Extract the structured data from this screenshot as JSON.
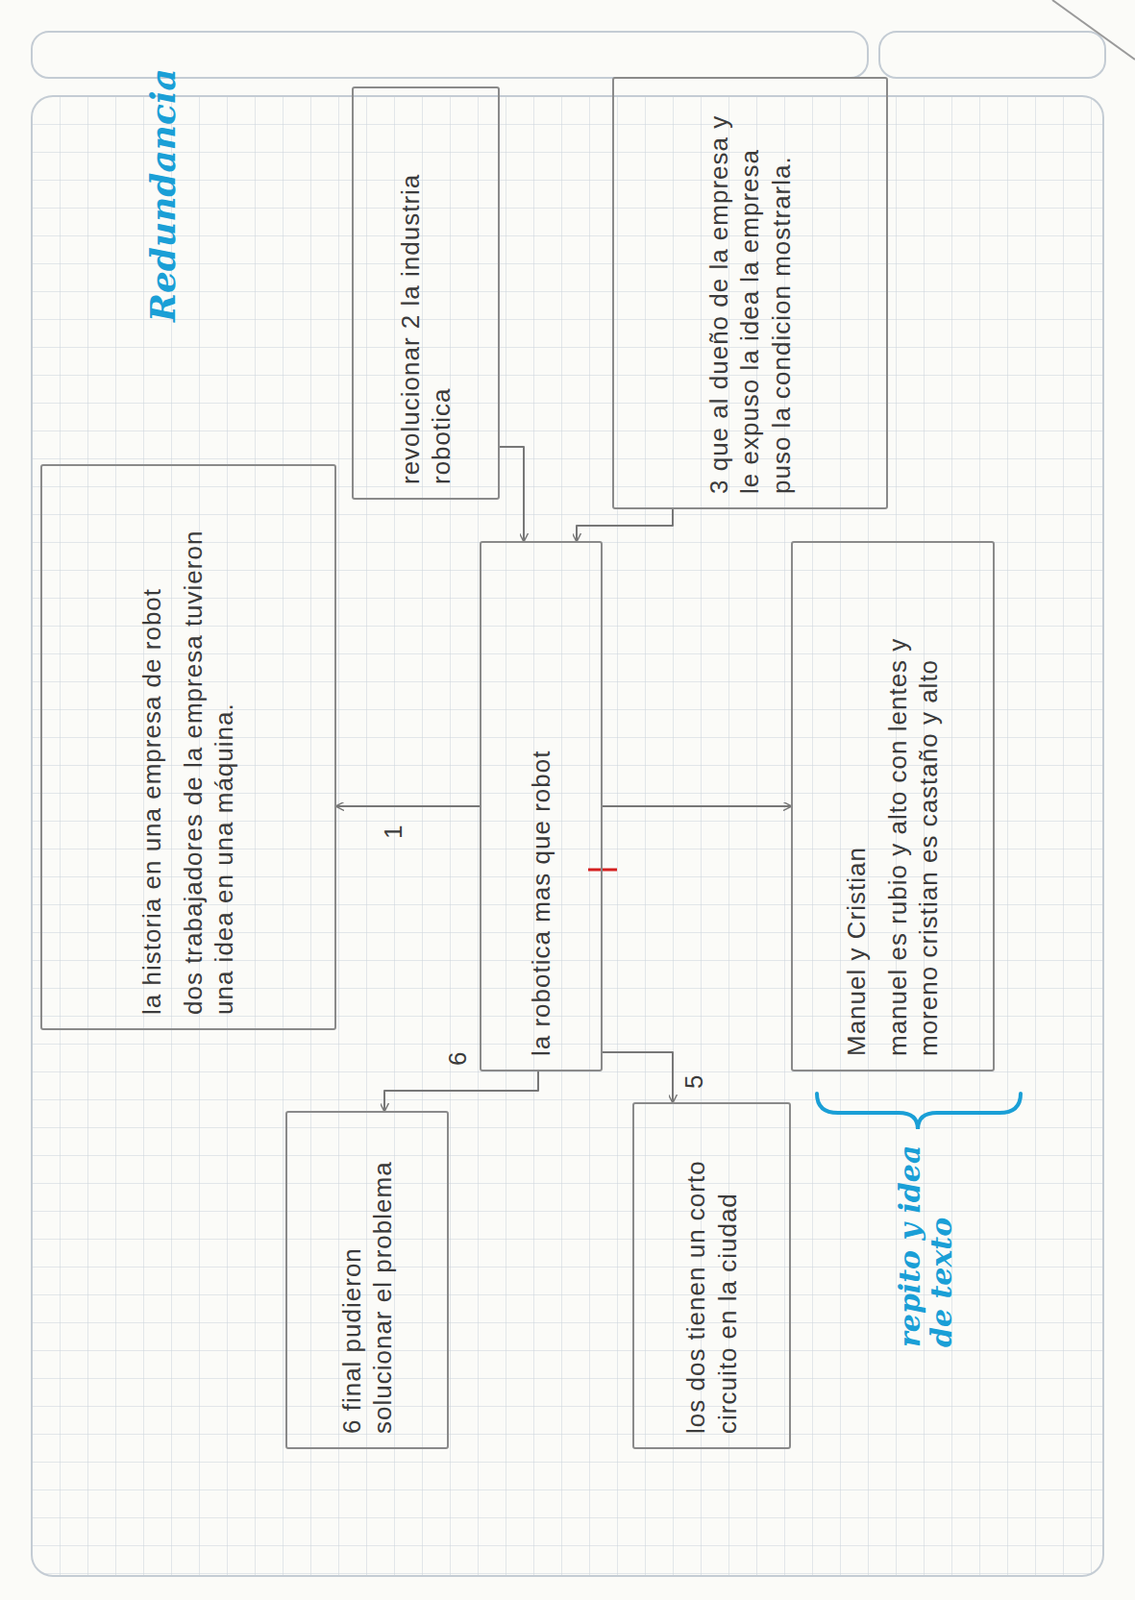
{
  "diagram": {
    "nodes": [
      {
        "text": [
          "la historia en una empresa de robot",
          "dos trabajadores de la empresa tuvieron una idea en una máquina."
        ]
      },
      {
        "text": [
          "revolucionar 2 la industria robotica"
        ]
      },
      {
        "text": [
          "3 que al dueño de la empresa y le expuso la idea la empresa puso la condicion mostrarla."
        ]
      },
      {
        "text": [
          "la robotica mas que robot"
        ]
      },
      {
        "text": [
          "Manuel y Cristian",
          "manuel es rubio y alto con lentes y moreno cristian es castaño y alto"
        ]
      },
      {
        "text": [
          "los dos tienen un corto circuito en la ciudad"
        ]
      },
      {
        "text": [
          "6 final pudieron solucionar el problema"
        ]
      }
    ],
    "edges": [
      {
        "from": 3,
        "to": 0,
        "arrow": "to"
      },
      {
        "from": 1,
        "to": 3,
        "arrow": "to"
      },
      {
        "from": 2,
        "to": 3,
        "arrow": "to"
      },
      {
        "from": 3,
        "to": 4,
        "arrow": "to"
      },
      {
        "from": 3,
        "to": 5,
        "arrow": "to"
      },
      {
        "from": 3,
        "to": 6,
        "arrow": "to"
      }
    ],
    "labels": [
      "Redundancia",
      "1",
      "5",
      "6",
      "repito y idea de texto"
    ]
  }
}
